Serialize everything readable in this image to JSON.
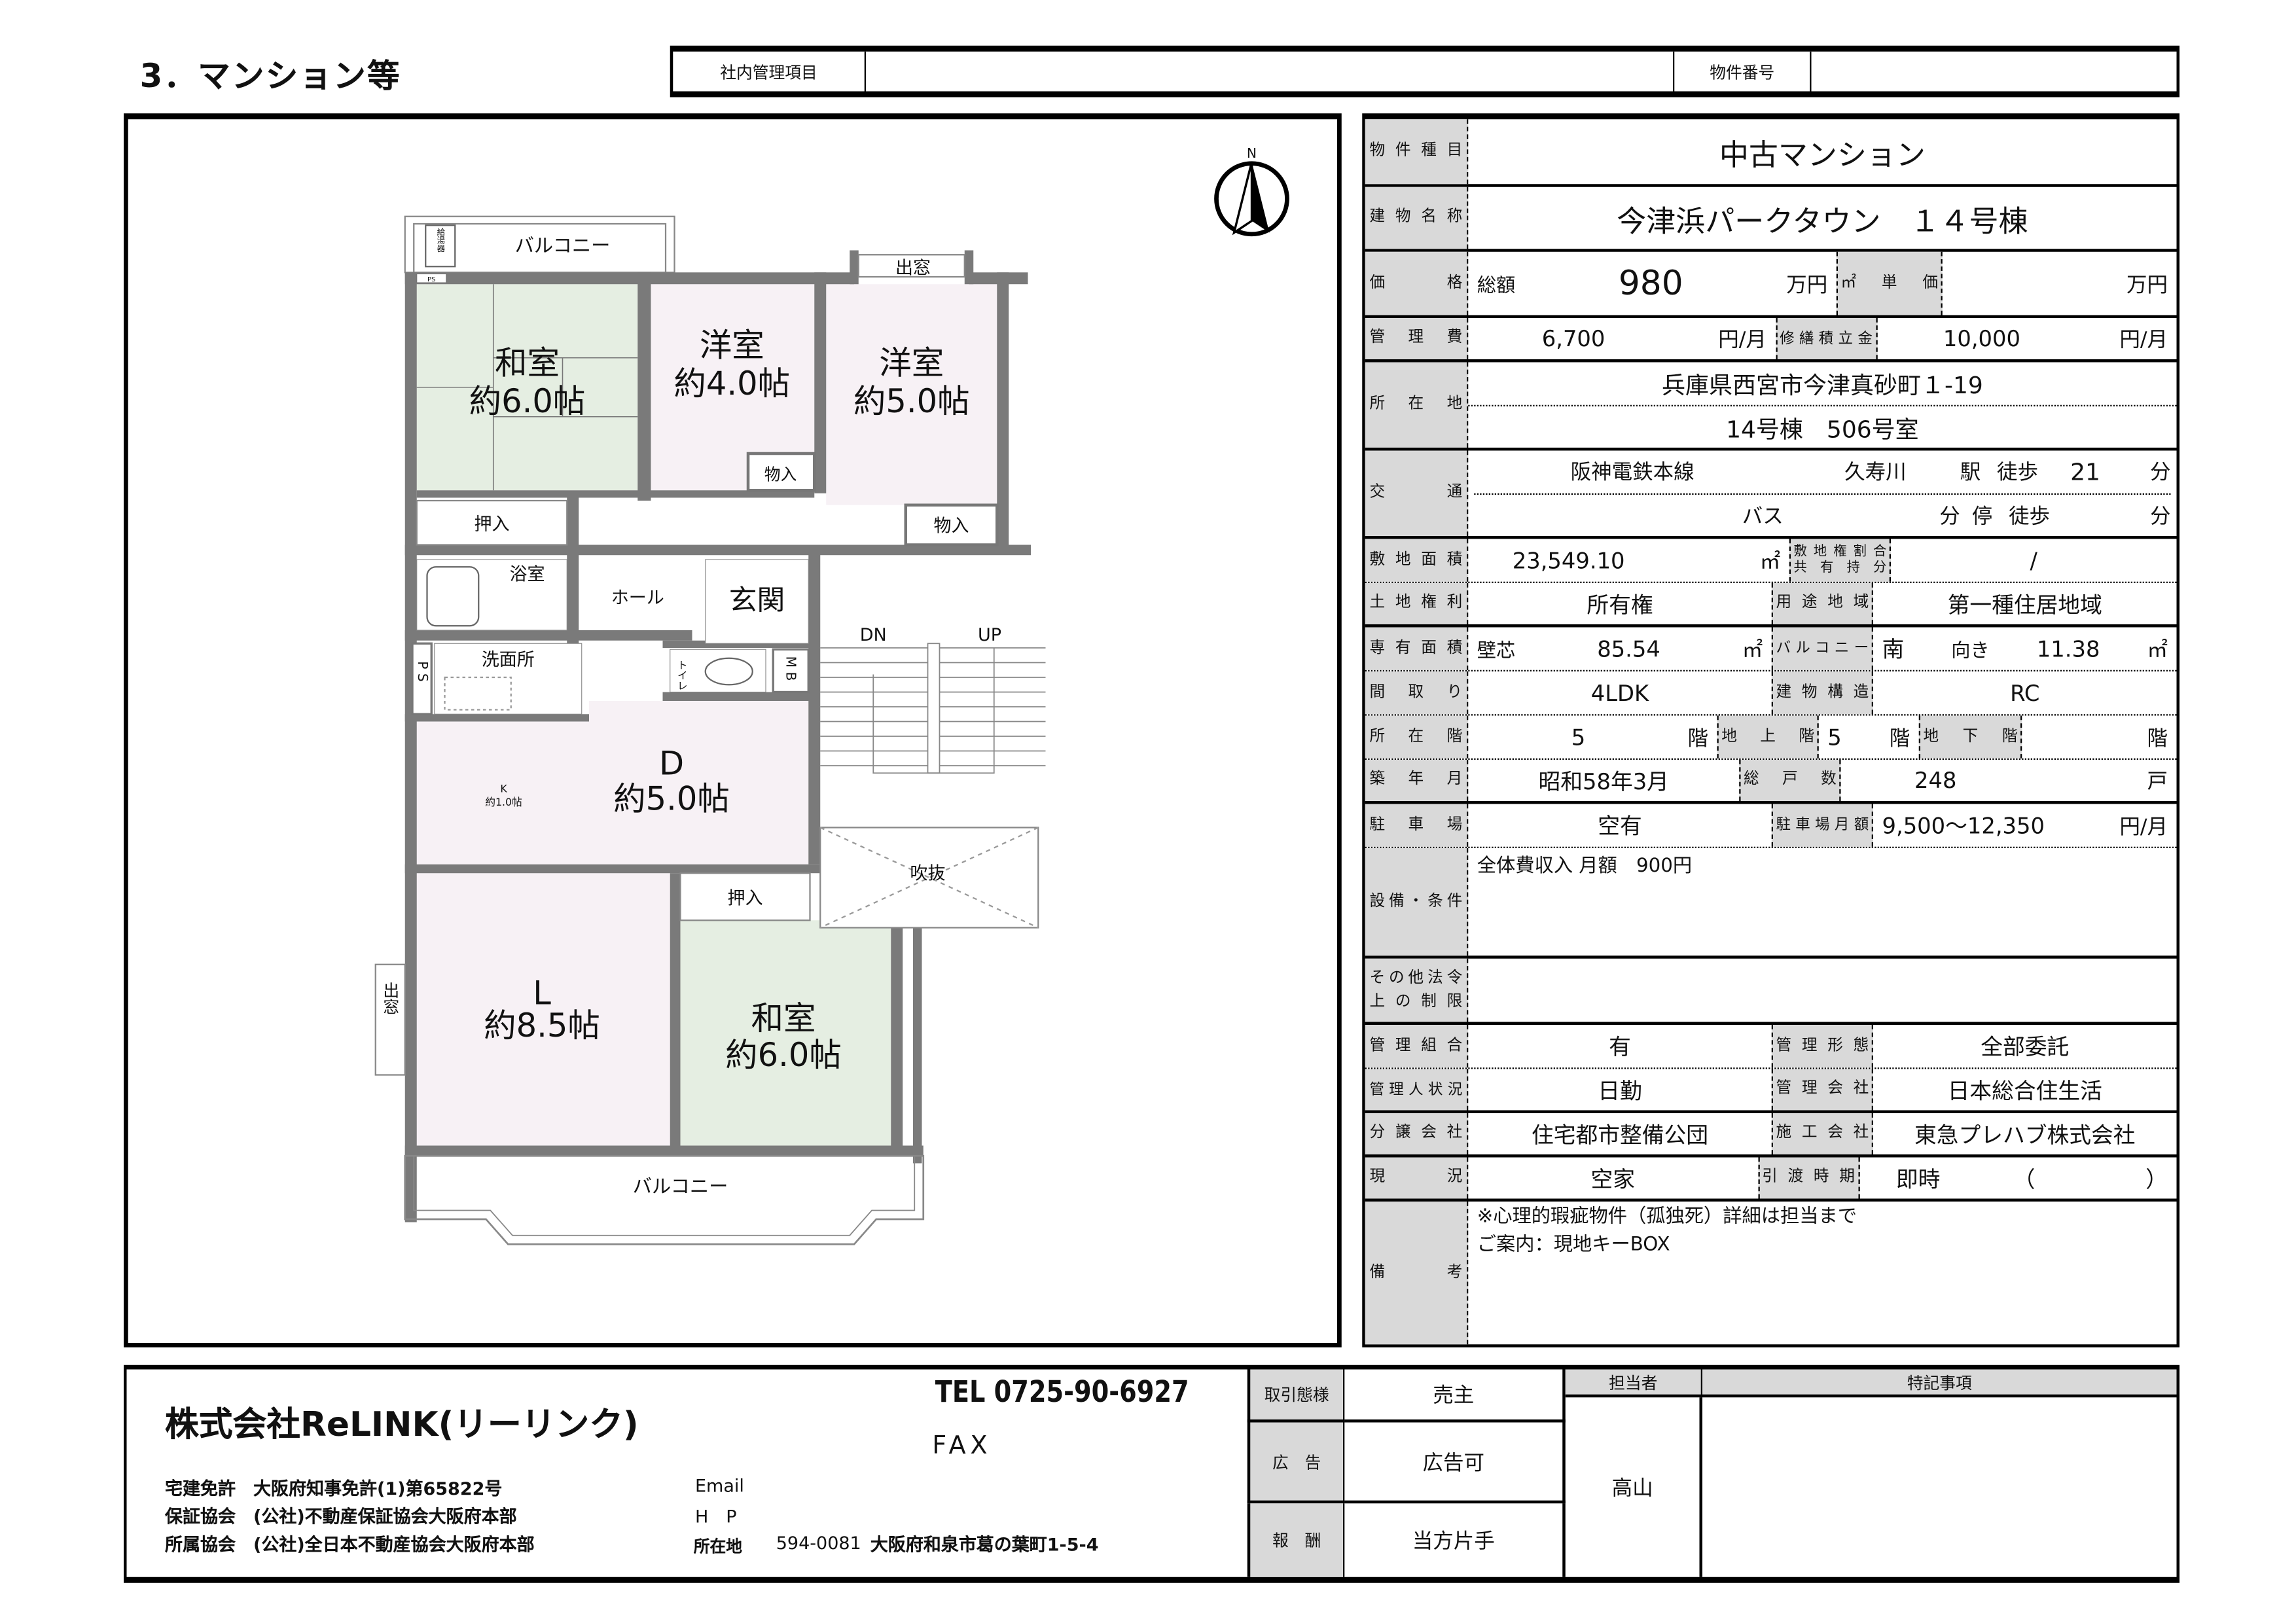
{
  "header": {
    "section_title": "3．マンション等",
    "internal_label": "社内管理項目",
    "property_no_label": "物件番号"
  },
  "plan": {
    "north": "N",
    "balcony_top": "バルコニー",
    "water_heater": "給湯器",
    "ps_small": "PS",
    "bay_window_top": "出窓",
    "washitsu1": {
      "name": "和室",
      "size": "約6.0帖"
    },
    "youshitsu1": {
      "name": "洋室",
      "size": "約4.0帖"
    },
    "youshitsu2": {
      "name": "洋室",
      "size": "約5.0帖"
    },
    "closet1": "物入",
    "closet2": "物入",
    "oshiire1": "押入",
    "bath": "浴室",
    "hall": "ホール",
    "entrance": "玄関",
    "washroom": "洗面所",
    "ps": "P S",
    "toilet": "トイレ",
    "mb": "M B",
    "dn": "DN",
    "up": "UP",
    "kitchen": {
      "name": "K",
      "size": "約1.0帖"
    },
    "dining": {
      "name": "D",
      "size": "約5.0帖"
    },
    "void": "吹抜",
    "bay_window_left": "出窓",
    "living": {
      "name": "L",
      "size": "約8.5帖"
    },
    "washitsu2": {
      "name": "和室",
      "size": "約6.0帖"
    },
    "oshiire2": "押入",
    "balcony_bottom": "バルコニー"
  },
  "details": {
    "type_label": "物件種目",
    "type": "中古マンション",
    "name_label": "建物名称",
    "name": "今津浜パークタウン　１４号棟",
    "price_label": "価格",
    "price_total_label": "総額",
    "price": "980",
    "price_unit": "万円",
    "unit_price_label": "㎡ 単 価",
    "unit_price_unit": "万円",
    "mgmt_fee_label": "管理費",
    "mgmt_fee": "6,700",
    "per_month": "円/月",
    "repair_label": "修繕積立金",
    "repair": "10,000",
    "address_label": "所在地",
    "address1": "兵庫県西宮市今津真砂町１-19",
    "address2": "14号棟　506号室",
    "transport_label": "交通",
    "line": "阪神電鉄本線",
    "station": "久寿川",
    "station_suffix": "駅",
    "walk": "徒歩",
    "walk_min": "21",
    "min": "分",
    "bus": "バス",
    "bus_min": "分",
    "stop": "停",
    "stop_walk": "徒歩",
    "stop_min": "分",
    "land_area_label": "敷地面積",
    "land_area": "23,549.10",
    "sqm": "㎡",
    "land_share_label1": "敷地権割合",
    "land_share_label2": "共有持分",
    "land_share": "/",
    "land_right_label": "土地権利",
    "land_right": "所有権",
    "zoning_label": "用途地域",
    "zoning": "第一種住居地域",
    "floor_area_label": "専有面積",
    "floor_area_method": "壁芯",
    "floor_area": "85.54",
    "balcony_label": "バルコニー",
    "balcony_dir": "南",
    "balcony_dir_suffix": "向き",
    "balcony_area": "11.38",
    "layout_label": "間取り",
    "layout": "4LDK",
    "structure_label": "建物構造",
    "structure": "RC",
    "floor_label": "所在階",
    "floor": "5",
    "kai": "階",
    "above_label": "地上階",
    "above": "5",
    "below_label": "地下階",
    "built_label": "築年月",
    "built": "昭和58年3月",
    "units_label": "総戸数",
    "units": "248",
    "units_suffix": "戸",
    "parking_label": "駐車場",
    "parking": "空有",
    "parking_fee_label": "駐車場月額",
    "parking_fee": "9,500～12,350",
    "equipment_label": "設備・条件",
    "equipment": "全体費収入 月額　900円",
    "legal_label1": "その他法令",
    "legal_label2": "上の制限",
    "union_label": "管理組合",
    "union": "有",
    "mgmt_type_label": "管理形態",
    "mgmt_type": "全部委託",
    "manager_label": "管理人状況",
    "manager": "日勤",
    "mgmt_co_label": "管理会社",
    "mgmt_co": "日本総合住生活",
    "developer_label": "分譲会社",
    "developer": "住宅都市整備公団",
    "builder_label": "施工会社",
    "builder": "東急プレハブ株式会社",
    "status_label": "現況",
    "status": "空家",
    "handover_label": "引渡時期",
    "handover": "即時",
    "handover_paren": "（　　　　　）",
    "remarks_label": "備考",
    "remarks1": "※心理的瑕疵物件（孤独死）詳細は担当まで",
    "remarks2": "ご案内：現地キーBOX"
  },
  "footer": {
    "company": "株式会社ReLINK(リーリンク)",
    "tel": "TEL  0725-90-6927",
    "fax": "FAX",
    "license": "宅建免許　大阪府知事免許(1)第65822号",
    "guarantee": "保証協会　(公社)不動産保証協会大阪府本部",
    "association": "所属協会　(公社)全日本不動産協会大阪府本部",
    "email": "Email",
    "hp": "H　P",
    "location_label": "所在地",
    "postal": "594-0081",
    "location": "大阪府和泉市葛の葉町1-5-4",
    "deal_label": "取引態様",
    "deal": "売主",
    "ad_label": "広　告",
    "ad": "広告可",
    "fee_label": "報　酬",
    "fee": "当方片手",
    "staff_label": "担当者",
    "staff": "高山",
    "notes_label": "特記事項"
  }
}
